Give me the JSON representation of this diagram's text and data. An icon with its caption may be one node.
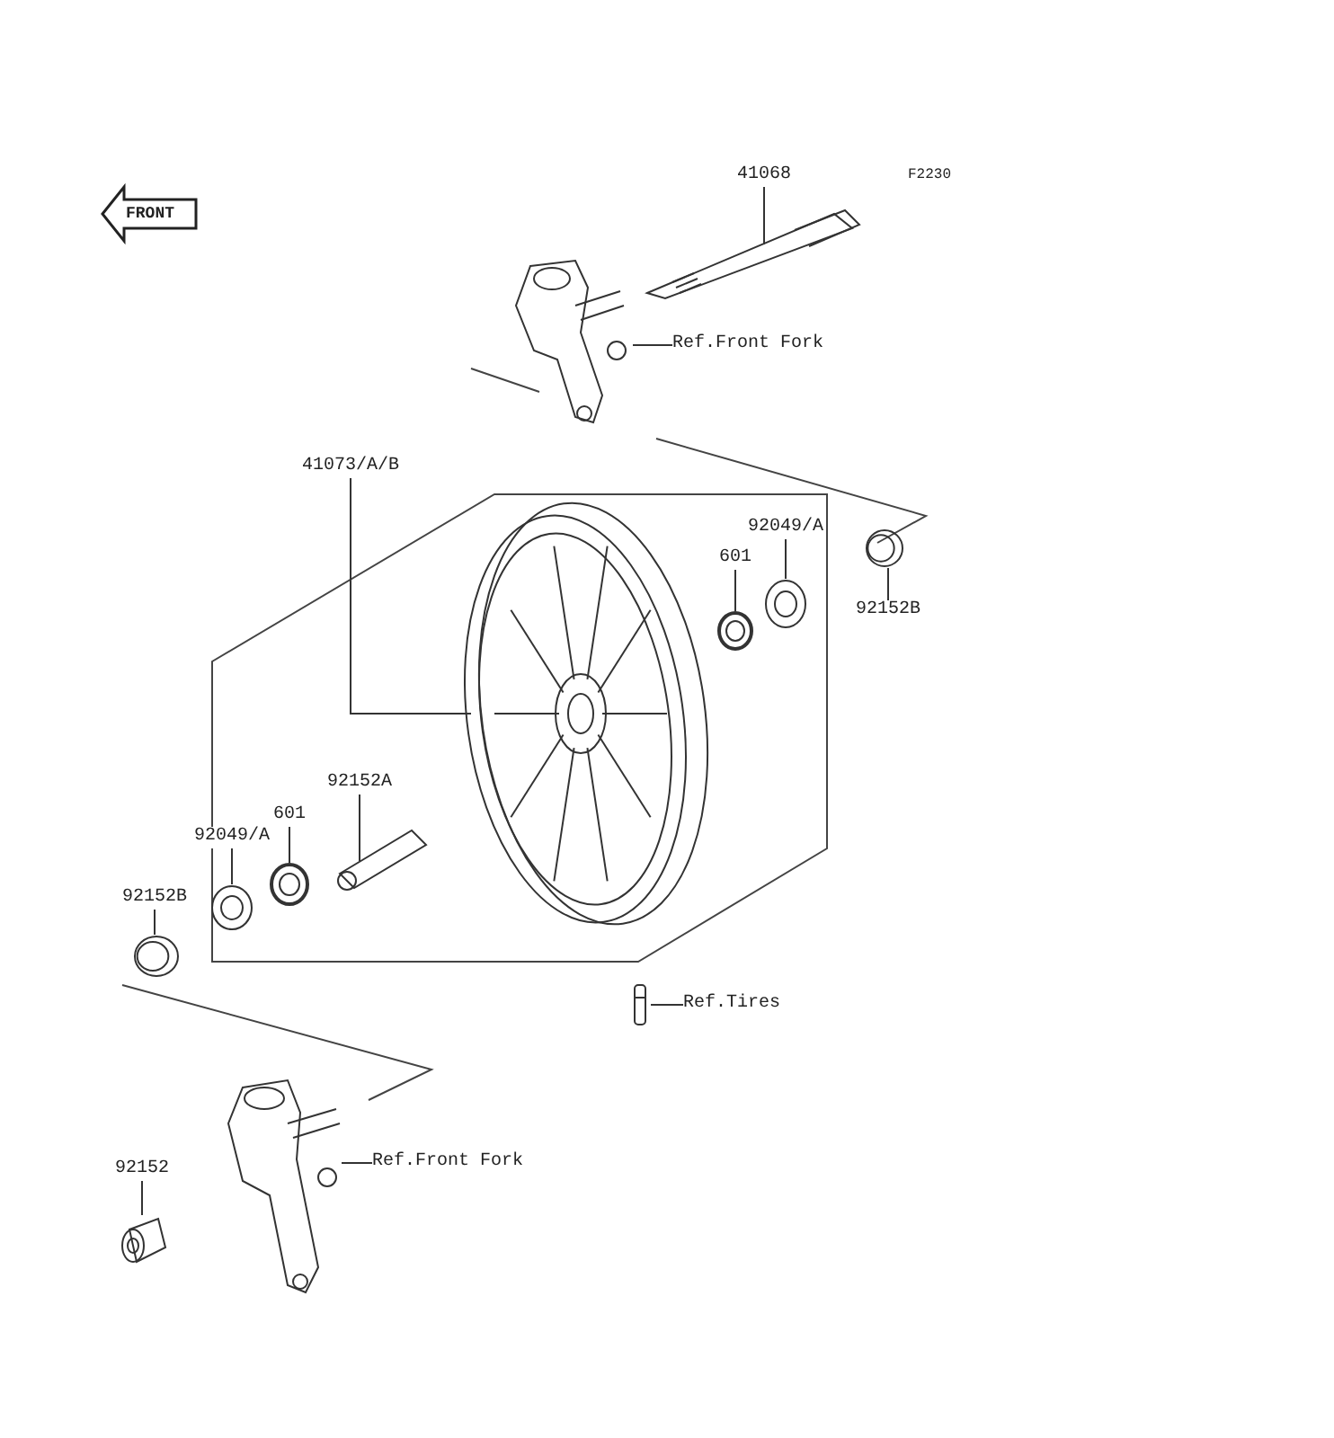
{
  "diagram": {
    "nodes": [
      {
        "text": [
          "FRONT"
        ]
      },
      {
        "text": [
          "41068"
        ]
      },
      {
        "text": [],
        "shape": "picture"
      },
      {
        "text": [
          "Ref.Front Fork"
        ]
      },
      {
        "text": [],
        "shape": "picture"
      },
      {
        "text": [
          "41073/A/B"
        ]
      },
      {
        "text": [],
        "shape": "picture"
      },
      {
        "text": [
          "92049/A"
        ]
      },
      {
        "text": [],
        "shape": "picture"
      },
      {
        "text": [
          "601"
        ]
      },
      {
        "text": [],
        "shape": "picture"
      },
      {
        "text": [
          "92152B"
        ]
      },
      {
        "text": [],
        "shape": "picture"
      },
      {
        "text": [
          "92152A"
        ]
      },
      {
        "text": [],
        "shape": "picture"
      },
      {
        "text": [
          "601"
        ]
      },
      {
        "text": [],
        "shape": "picture"
      },
      {
        "text": [
          "92049/A"
        ]
      },
      {
        "text": [],
        "shape": "picture"
      },
      {
        "text": [
          "92152B"
        ]
      },
      {
        "text": [],
        "shape": "picture"
      },
      {
        "text": [
          "Ref.Tires"
        ]
      },
      {
        "text": [],
        "shape": "picture"
      },
      {
        "text": [
          "Ref.Front Fork"
        ]
      },
      {
        "text": [],
        "shape": "picture"
      },
      {
        "text": [
          "92152"
        ]
      },
      {
        "text": [],
        "shape": "picture"
      }
    ],
    "edges": [
      {
        "from": 1,
        "to": 2,
        "arrow": "none"
      },
      {
        "from": 3,
        "to": 4,
        "arrow": "none"
      },
      {
        "from": 5,
        "to": 6,
        "arrow": "none"
      },
      {
        "from": 7,
        "to": 8,
        "arrow": "none"
      },
      {
        "from": 9,
        "to": 10,
        "arrow": "none"
      },
      {
        "from": 11,
        "to": 12,
        "arrow": "none"
      },
      {
        "from": 13,
        "to": 14,
        "arrow": "none"
      },
      {
        "from": 15,
        "to": 16,
        "arrow": "none"
      },
      {
        "from": 17,
        "to": 18,
        "arrow": "none"
      },
      {
        "from": 19,
        "to": 20,
        "arrow": "none"
      },
      {
        "from": 21,
        "to": 22,
        "arrow": "none"
      },
      {
        "from": 23,
        "to": 24,
        "arrow": "none"
      },
      {
        "from": 25,
        "to": 26,
        "arrow": "none"
      }
    ],
    "labels": [
      "F2230"
    ]
  }
}
